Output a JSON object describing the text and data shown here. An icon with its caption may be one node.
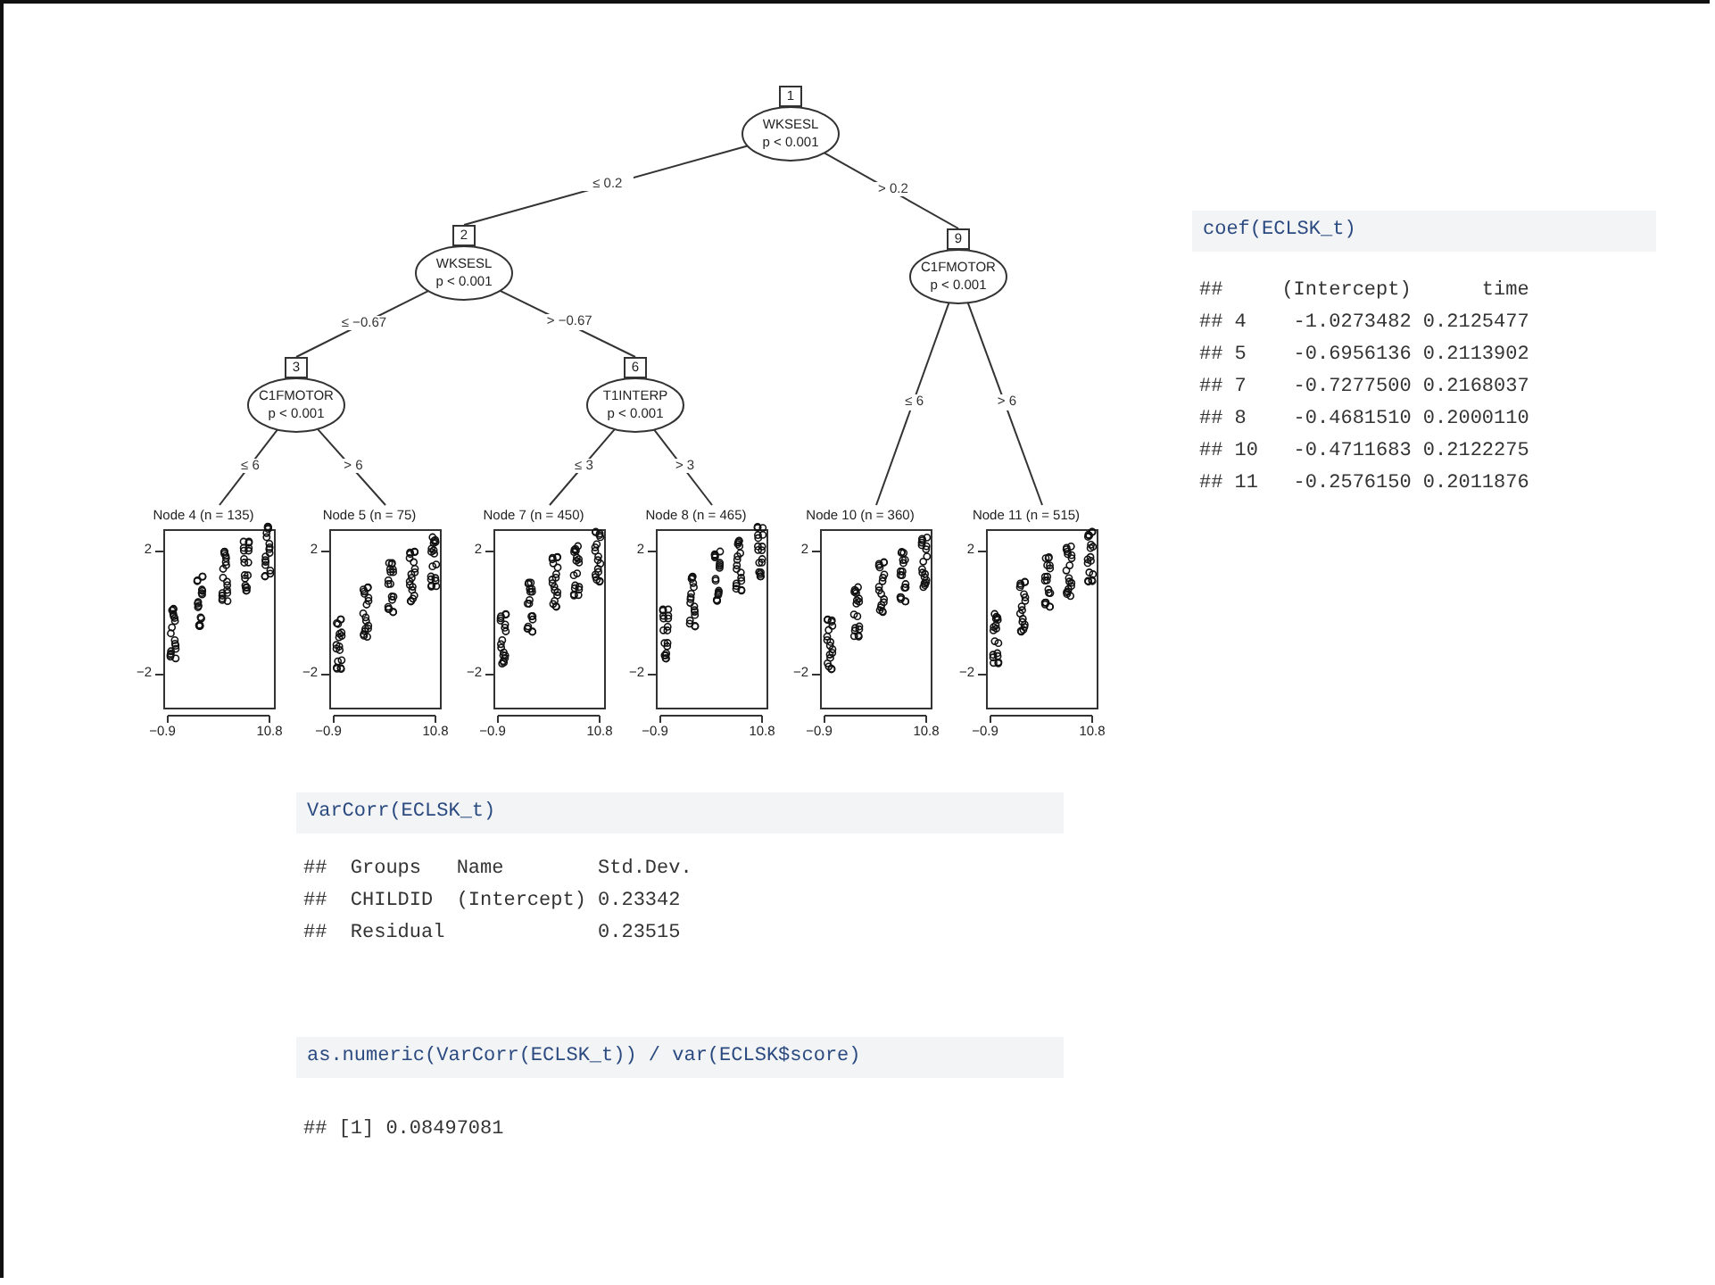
{
  "diagram": {
    "nodes": [
      {
        "text": [
          "1",
          "WKSESL",
          "p < 0.001"
        ]
      },
      {
        "text": [
          "2",
          "WKSESL",
          "p < 0.001"
        ]
      },
      {
        "text": [
          "9",
          "C1FMOTOR",
          "p < 0.001"
        ]
      },
      {
        "text": [
          "3",
          "C1FMOTOR",
          "p < 0.001"
        ]
      },
      {
        "text": [
          "6",
          "T1INTERP",
          "p < 0.001"
        ]
      },
      {
        "text": [
          "Node 4 (n = 135)"
        ],
        "beside": [
          "2",
          "−2",
          "−0.9",
          "10.8"
        ]
      },
      {
        "text": [
          "Node 5 (n = 75)"
        ],
        "beside": [
          "2",
          "−2",
          "−0.9",
          "10.8"
        ]
      },
      {
        "text": [
          "Node 7 (n = 450)"
        ],
        "beside": [
          "2",
          "−2",
          "−0.9",
          "10.8"
        ]
      },
      {
        "text": [
          "Node 8 (n = 465)"
        ],
        "beside": [
          "2",
          "−2",
          "−0.9",
          "10.8"
        ]
      },
      {
        "text": [
          "Node 10 (n = 360)"
        ],
        "beside": [
          "2",
          "−2",
          "−0.9",
          "10.8"
        ]
      },
      {
        "text": [
          "Node 11 (n = 515)"
        ],
        "beside": [
          "2",
          "−2",
          "−0.9",
          "10.8"
        ]
      }
    ],
    "edges": [
      {
        "from": 0,
        "to": 1,
        "arrow": "none",
        "label": "≤ 0.2"
      },
      {
        "from": 0,
        "to": 2,
        "arrow": "none",
        "label": "> 0.2"
      },
      {
        "from": 1,
        "to": 3,
        "arrow": "none",
        "label": "≤ −0.67"
      },
      {
        "from": 1,
        "to": 4,
        "arrow": "none",
        "label": "> −0.67"
      },
      {
        "from": 3,
        "to": 5,
        "arrow": "none",
        "label": "≤ 6"
      },
      {
        "from": 3,
        "to": 6,
        "arrow": "none",
        "label": "> 6"
      },
      {
        "from": 4,
        "to": 7,
        "arrow": "none",
        "label": "≤ 3"
      },
      {
        "from": 4,
        "to": 8,
        "arrow": "none",
        "label": "> 3"
      },
      {
        "from": 2,
        "to": 9,
        "arrow": "none",
        "label": "≤ 6"
      },
      {
        "from": 2,
        "to": 10,
        "arrow": "none",
        "label": "> 6"
      }
    ],
    "labels": [
      "coef(ECLSK_t)",
      "##     (Intercept)      time",
      "## 4    -1.0273482 0.2125477",
      "## 5    -0.6956136 0.2113902",
      "## 7    -0.7277500 0.2168037",
      "## 8    -0.4681510 0.2000110",
      "## 10   -0.4711683 0.2122275",
      "## 11   -0.2576150 0.2011876",
      "VarCorr(ECLSK_t)",
      "##  Groups   Name        Std.Dev.",
      "##  CHILDID  (Intercept) 0.23342",
      "##  Residual             0.23515",
      "as.numeric(VarCorr(ECLSK_t)) / var(ECLSK$score)",
      "## [1] 0.08497081"
    ]
  }
}
